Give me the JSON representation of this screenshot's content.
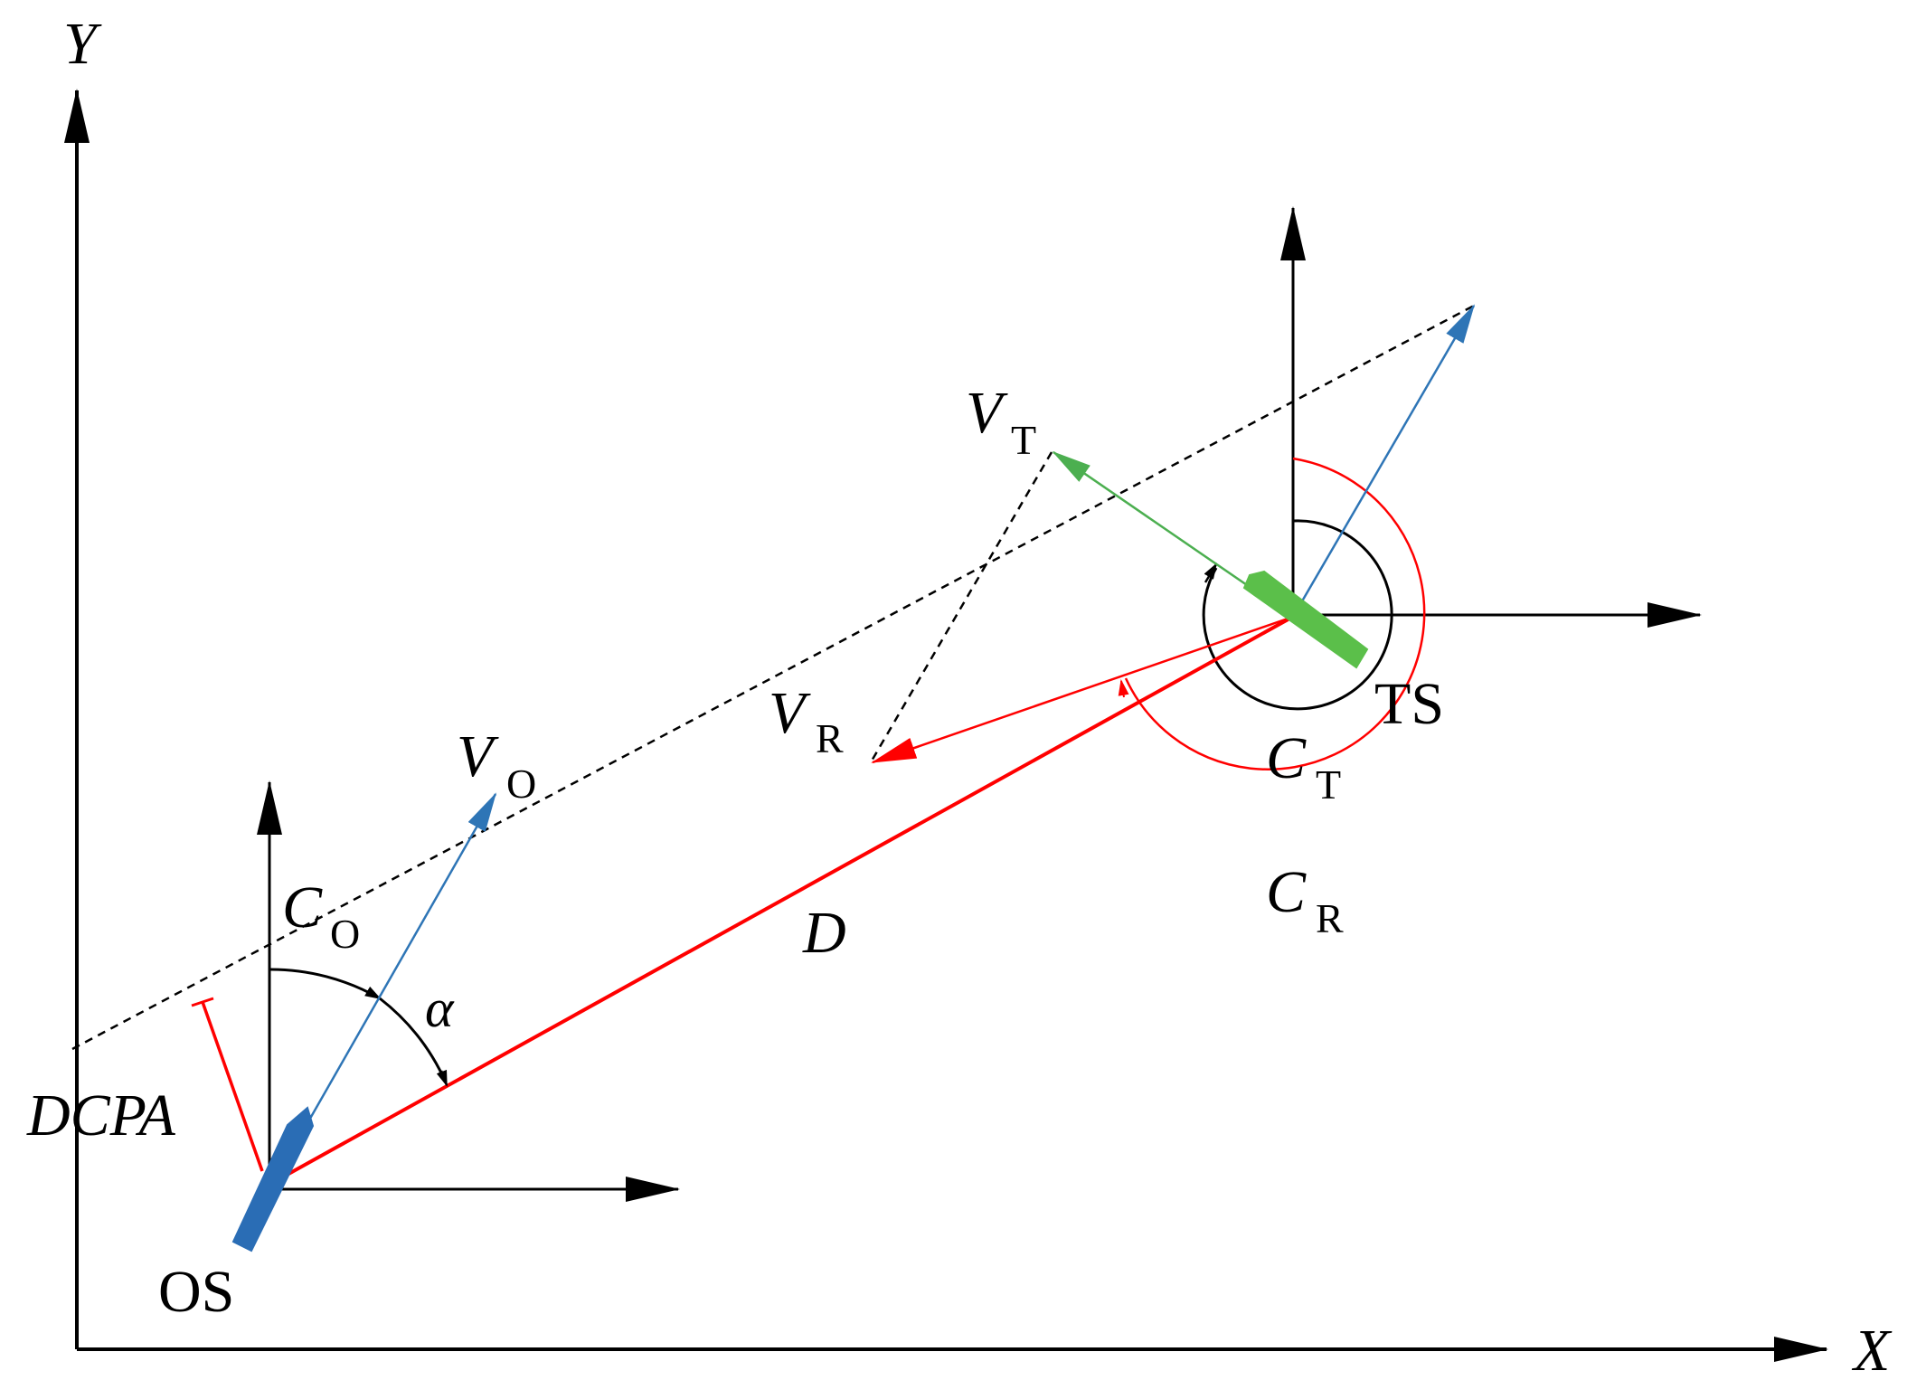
{
  "colors": {
    "axis": "#000000",
    "relative": "#ff0000",
    "own_velocity": "#2e75b6",
    "target_velocity": "#4caf50",
    "target_ship": "#5bbf4a",
    "own_ship": "#2a6db5"
  },
  "labels": {
    "y_axis": "Y",
    "x_axis": "X",
    "vt_main": "V",
    "vt_sub": "T",
    "vr_main": "V",
    "vr_sub": "R",
    "vo_main": "V",
    "vo_sub": "O",
    "co_main": "C",
    "co_sub": "O",
    "ct_main": "C",
    "ct_sub": "T",
    "cr_main": "C",
    "cr_sub": "R",
    "alpha": "α",
    "d": "D",
    "dcpa": "DCPA",
    "ts": "TS",
    "os": "OS"
  }
}
